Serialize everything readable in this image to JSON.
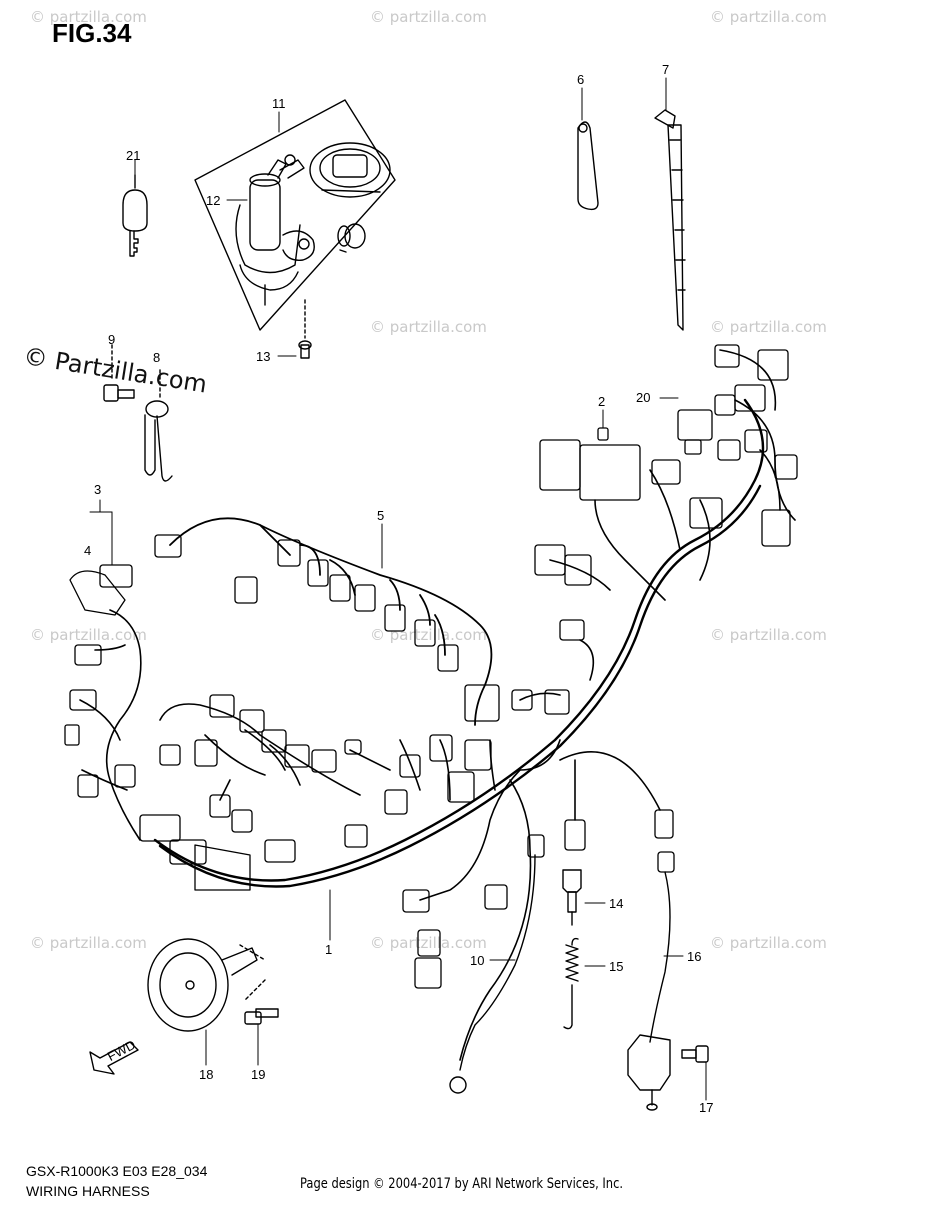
{
  "figure": {
    "title": "FIG.34",
    "brand_overlay": "© Partzilla.com",
    "watermark": "© partzilla.com"
  },
  "callouts": [
    "1",
    "2",
    "3",
    "4",
    "5",
    "6",
    "7",
    "8",
    "9",
    "10",
    "11",
    "12",
    "13",
    "14",
    "15",
    "16",
    "17",
    "18",
    "19",
    "20",
    "21"
  ],
  "fwd_label": "FWD",
  "footer": {
    "model_code": "GSX-R1000K3 E03 E28_034",
    "assembly_name": "WIRING HARNESS",
    "credit": "Page design © 2004-2017 by ARI Network Services, Inc."
  }
}
